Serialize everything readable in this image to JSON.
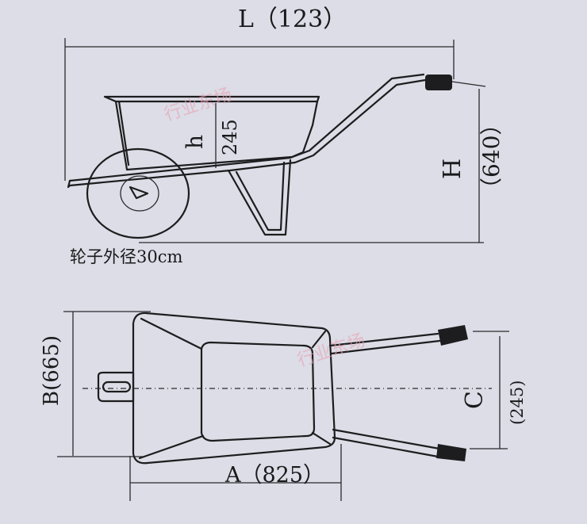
{
  "side_view": {
    "length_label": "L（123）",
    "height_symbol": "H",
    "height_value": "（640）",
    "body_depth_symbol": "h",
    "body_depth_value": "245",
    "wheel_note": "轮子外径30cm"
  },
  "top_view": {
    "width_label": "B(665)",
    "length_label": "A（825）",
    "handle_spacing_symbol": "C",
    "handle_spacing_value": "(245)"
  },
  "watermark": "行业东场",
  "colors": {
    "background": "#dcdde6",
    "ink": "#1d1d1f",
    "watermark": "#e8a0b4"
  }
}
